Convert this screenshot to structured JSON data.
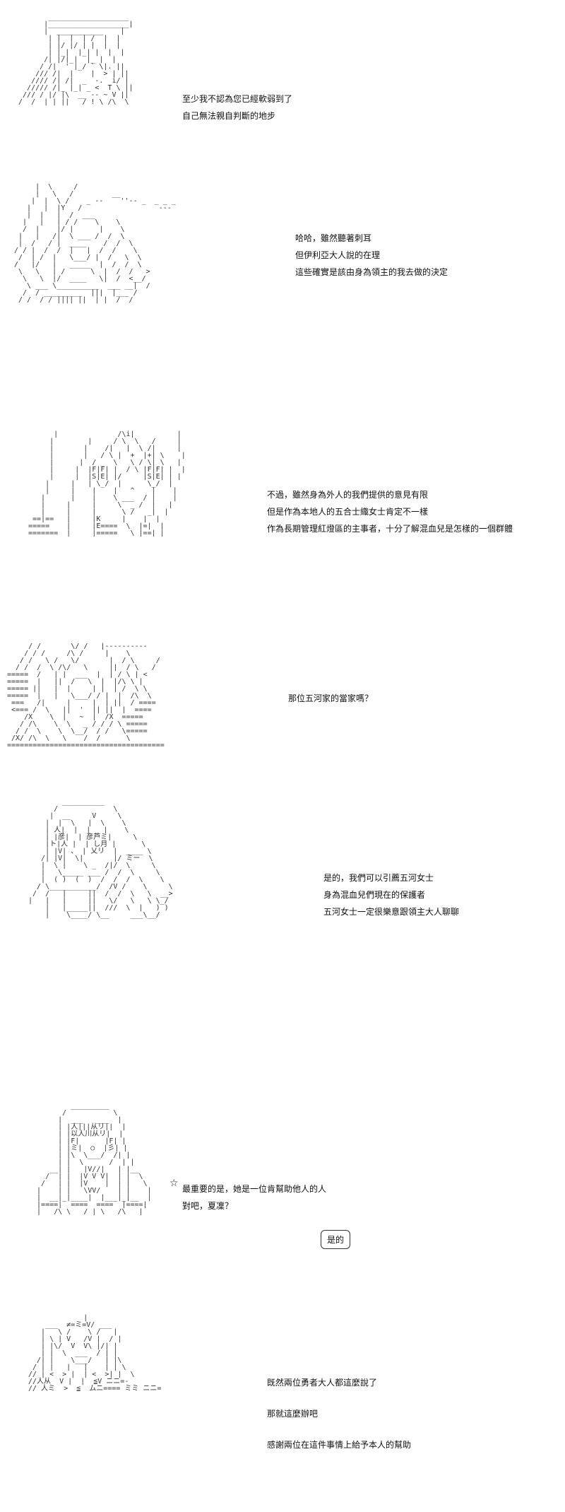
{
  "panels": [
    {
      "lines": [
        "至少我不認為您已經軟弱到了",
        "自己無法親自判斷的地步"
      ]
    },
    {
      "lines": [
        "哈哈，雖然聽著刺耳",
        "但伊利亞大人說的在理",
        "這些確實是該由身為領主的我去做的決定"
      ]
    },
    {
      "lines": [
        "不過，雖然身為外人的我們提供的意見有限",
        "但是作為本地人的五合士織女士肯定不一樣",
        "作為長期管理紅燈區的主事者，十分了解混血兒是怎樣的一個群體"
      ]
    },
    {
      "lines": [
        "那位五河家的當家嗎？"
      ]
    },
    {
      "lines": [
        "是的，我們可以引薦五河女士",
        "身為混血兒們現在的保護者",
        "五河女士一定很樂意跟領主大人聊聊"
      ]
    },
    {
      "lines": [
        "最重要的是，她是一位肯幫助他人的人",
        "對吧，夏凜？"
      ],
      "bubble": "是的",
      "star": "☆"
    },
    {
      "lines": [
        "既然兩位勇者大人都這麼說了",
        "那就這麼辦吧",
        "感謝兩位在這件事情上給予本人的幫助"
      ]
    }
  ]
}
